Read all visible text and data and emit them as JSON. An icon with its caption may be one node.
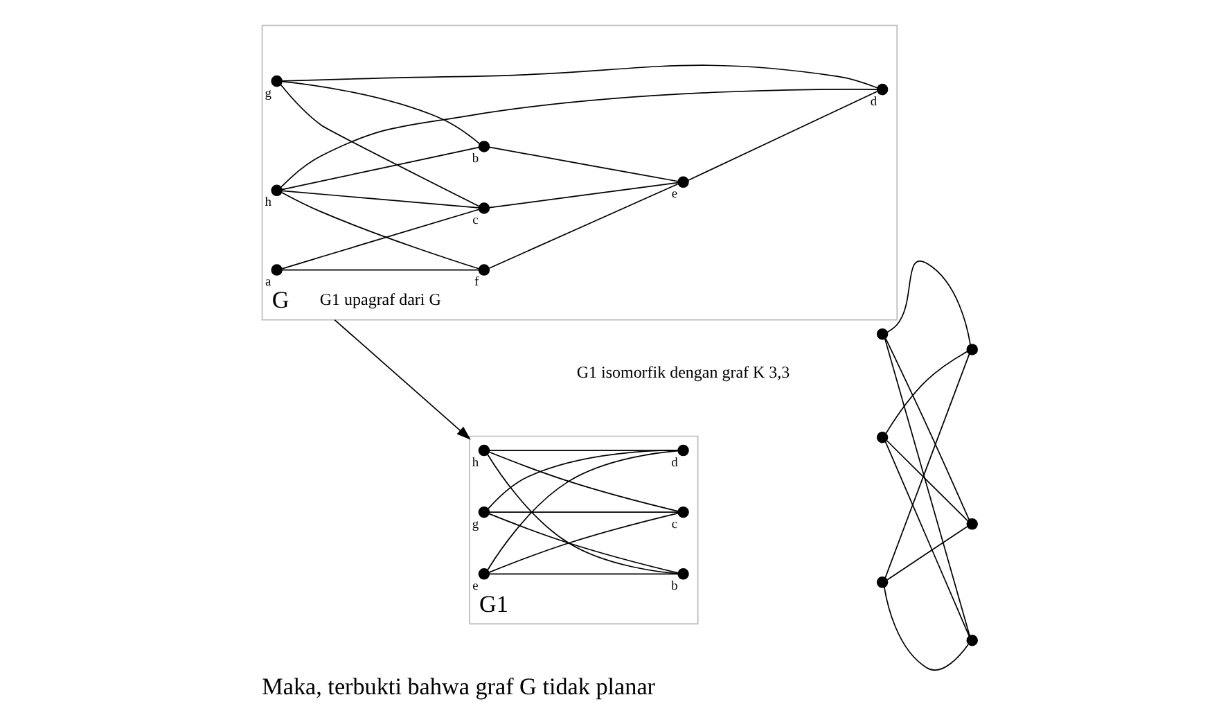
{
  "diagram": {
    "caption": "Maka, terbukti bahwa graf G tidak planar",
    "nodes": [
      {
        "text": [
          "G"
        ]
      },
      {
        "text": [],
        "shape": "circle",
        "beside": [
          "a"
        ],
        "in": 0
      },
      {
        "text": [],
        "shape": "circle",
        "beside": [
          "h"
        ],
        "in": 0
      },
      {
        "text": [],
        "shape": "circle",
        "beside": [
          "b"
        ],
        "in": 0
      },
      {
        "text": [],
        "shape": "circle",
        "beside": [
          "g"
        ],
        "in": 0
      },
      {
        "text": [],
        "shape": "circle",
        "beside": [
          "c"
        ],
        "in": 0
      },
      {
        "text": [],
        "shape": "circle",
        "beside": [
          "f"
        ],
        "in": 0
      },
      {
        "text": [],
        "shape": "circle",
        "beside": [
          "e"
        ],
        "in": 0
      },
      {
        "text": [],
        "shape": "circle",
        "beside": [
          "d"
        ],
        "in": 0
      },
      {
        "text": [
          "G1"
        ]
      },
      {
        "text": [],
        "shape": "circle",
        "beside": [
          "h"
        ],
        "in": 9
      },
      {
        "text": [],
        "shape": "circle",
        "beside": [
          "b"
        ],
        "in": 9
      },
      {
        "text": [],
        "shape": "circle",
        "beside": [
          "g"
        ],
        "in": 9
      },
      {
        "text": [],
        "shape": "circle",
        "beside": [
          "c"
        ],
        "in": 9
      },
      {
        "text": [],
        "shape": "circle",
        "beside": [
          "e"
        ],
        "in": 9
      },
      {
        "text": [],
        "shape": "circle",
        "beside": [
          "d"
        ],
        "in": 9
      },
      {
        "text": [],
        "shape": "circle"
      },
      {
        "text": [],
        "shape": "circle"
      },
      {
        "text": [],
        "shape": "circle"
      },
      {
        "text": [],
        "shape": "circle"
      },
      {
        "text": [],
        "shape": "circle"
      },
      {
        "text": [],
        "shape": "circle"
      }
    ],
    "edges": [
      {
        "from": 1,
        "to": 5,
        "arrow": "none"
      },
      {
        "from": 1,
        "to": 6,
        "arrow": "none"
      },
      {
        "from": 2,
        "to": 3,
        "arrow": "none"
      },
      {
        "from": 2,
        "to": 5,
        "arrow": "none"
      },
      {
        "from": 2,
        "to": 8,
        "arrow": "none"
      },
      {
        "from": 2,
        "to": 6,
        "arrow": "none"
      },
      {
        "from": 4,
        "to": 3,
        "arrow": "none"
      },
      {
        "from": 4,
        "to": 5,
        "arrow": "none"
      },
      {
        "from": 4,
        "to": 8,
        "arrow": "none"
      },
      {
        "from": 6,
        "to": 7,
        "arrow": "none"
      },
      {
        "from": 3,
        "to": 7,
        "arrow": "none"
      },
      {
        "from": 5,
        "to": 7,
        "arrow": "none"
      },
      {
        "from": 7,
        "to": 8,
        "arrow": "none"
      },
      {
        "from": 0,
        "to": 9,
        "arrow": "to",
        "label": "G1 upagraf dari G"
      },
      {
        "from": 10,
        "to": 11,
        "arrow": "none"
      },
      {
        "from": 10,
        "to": 13,
        "arrow": "none"
      },
      {
        "from": 10,
        "to": 15,
        "arrow": "none"
      },
      {
        "from": 12,
        "to": 11,
        "arrow": "none"
      },
      {
        "from": 12,
        "to": 13,
        "arrow": "none"
      },
      {
        "from": 12,
        "to": 15,
        "arrow": "none"
      },
      {
        "from": 14,
        "to": 11,
        "arrow": "none"
      },
      {
        "from": 14,
        "to": 13,
        "arrow": "none"
      },
      {
        "from": 14,
        "to": 15,
        "arrow": "none"
      },
      {
        "from": 16,
        "to": 17,
        "arrow": "none"
      },
      {
        "from": 16,
        "to": 19,
        "arrow": "none"
      },
      {
        "from": 16,
        "to": 21,
        "arrow": "none"
      },
      {
        "from": 18,
        "to": 17,
        "arrow": "none"
      },
      {
        "from": 18,
        "to": 19,
        "arrow": "none"
      },
      {
        "from": 18,
        "to": 21,
        "arrow": "none"
      },
      {
        "from": 20,
        "to": 17,
        "arrow": "none"
      },
      {
        "from": 20,
        "to": 19,
        "arrow": "none"
      },
      {
        "from": 20,
        "to": 21,
        "arrow": "none"
      }
    ],
    "labels": [
      "G1 isomorfik dengan graf K 3,3"
    ]
  }
}
